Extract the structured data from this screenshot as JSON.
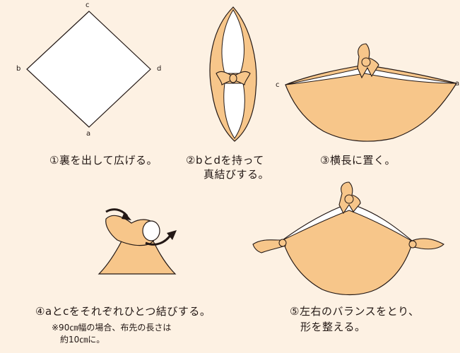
{
  "colors": {
    "background": "#fdf1e3",
    "cloth_front": "#f7c68a",
    "cloth_back": "#ffffff",
    "outline": "#231815",
    "arrow": "#231815"
  },
  "corner_labels": {
    "a": "a",
    "b": "b",
    "c": "c",
    "d": "d"
  },
  "steps": [
    {
      "caption": "①裏を出して広げる。"
    },
    {
      "caption_line1": "②bとdを持って",
      "caption_line2": "真結びする。"
    },
    {
      "caption": "③横長に置く。",
      "label_c": "c",
      "label_a": "a"
    },
    {
      "caption": "④aとcをそれぞれひとつ結びする。",
      "note_line1": "※90㎝幅の場合、布先の長さは",
      "note_line2": "約10㎝に。"
    },
    {
      "caption_line1": "⑤左右のバランスをとり、",
      "caption_line2": "形を整える。"
    }
  ]
}
